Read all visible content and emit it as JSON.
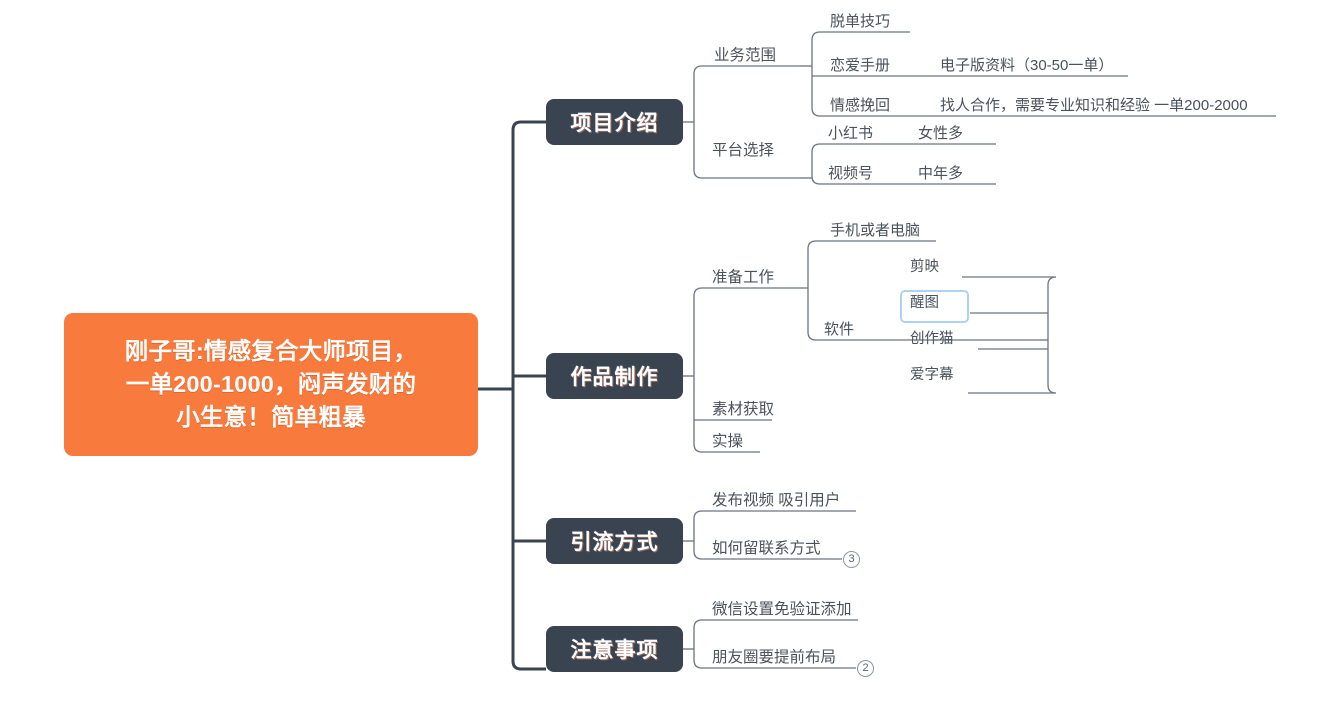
{
  "theme": {
    "background": "#ffffff",
    "root_fill": "#f97a3d",
    "root_text": "#ffffff",
    "branch_fill": "#3a4450",
    "branch_text": "#ffffff",
    "label_text": "#4a525c",
    "edge_main": "#3a4450",
    "edge_sub": "#6b7480",
    "selection_border": "#aed2f0",
    "badge_border": "#8f96a0"
  },
  "mindmap": {
    "root": {
      "lines": [
        "刚子哥:情感复合大师项目，",
        "一单200-1000，闷声发财的",
        "小生意！简单粗暴"
      ]
    },
    "branches": [
      {
        "label": "项目介绍",
        "children": [
          {
            "label": "业务范围",
            "children": [
              {
                "label": "脱单技巧",
                "note": ""
              },
              {
                "label": "恋爱手册",
                "note": "电子版资料（30-50一单）"
              },
              {
                "label": "情感挽回",
                "note": "找人合作，需要专业知识和经验 一单200-2000"
              }
            ]
          },
          {
            "label": "平台选择",
            "children": [
              {
                "label": "小红书",
                "note": "女性多"
              },
              {
                "label": "视频号",
                "note": "中年多"
              }
            ]
          }
        ]
      },
      {
        "label": "作品制作",
        "children": [
          {
            "label": "准备工作",
            "children": [
              {
                "label": "手机或者电脑",
                "note": ""
              },
              {
                "label": "软件",
                "note": "",
                "children": [
                  {
                    "label": "剪映",
                    "selected": false
                  },
                  {
                    "label": "醒图",
                    "selected": true
                  },
                  {
                    "label": "创作猫",
                    "selected": false
                  },
                  {
                    "label": "爱字幕",
                    "selected": false
                  }
                ]
              }
            ]
          },
          {
            "label": "素材获取",
            "children": []
          },
          {
            "label": "实操",
            "children": []
          }
        ]
      },
      {
        "label": "引流方式",
        "children": [
          {
            "label": "发布视频 吸引用户",
            "children": []
          },
          {
            "label": "如何留联系方式",
            "badge": "3",
            "children": []
          }
        ]
      },
      {
        "label": "注意事项",
        "children": [
          {
            "label": "微信设置免验证添加",
            "children": []
          },
          {
            "label": "朋友圈要提前布局",
            "badge": "2",
            "children": []
          }
        ]
      }
    ]
  }
}
